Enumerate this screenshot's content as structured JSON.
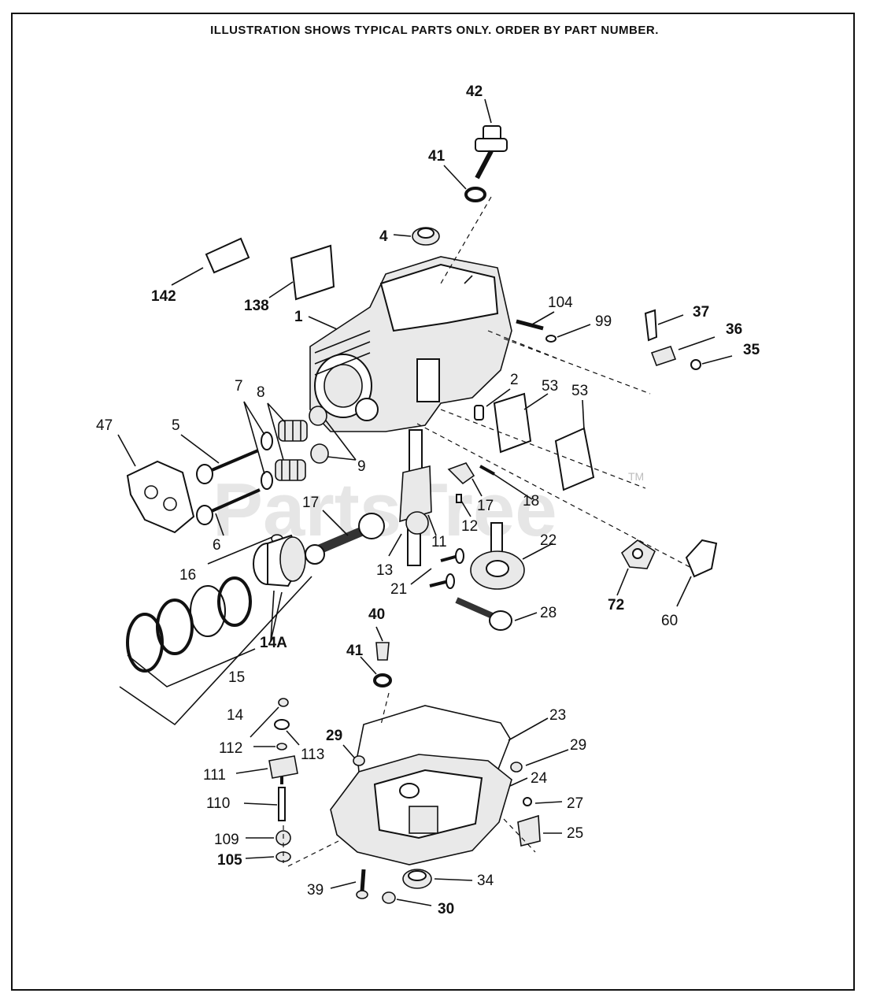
{
  "header": {
    "text": "ILLUSTRATION SHOWS TYPICAL PARTS ONLY. ORDER BY PART NUMBER."
  },
  "watermark": {
    "text": "PartsTree",
    "trademark": "TM"
  },
  "labels": {
    "l42": "42",
    "l41a": "41",
    "l4": "4",
    "l142": "142",
    "l138": "138",
    "l1": "1",
    "l104": "104",
    "l99": "99",
    "l37": "37",
    "l36": "36",
    "l35": "35",
    "l2": "2",
    "l53a": "53",
    "l53b": "53",
    "l7": "7",
    "l8": "8",
    "l47": "47",
    "l5": "5",
    "l9": "9",
    "l17a": "17",
    "l17b": "17",
    "l18": "18",
    "l12": "12",
    "l11": "11",
    "l6": "6",
    "l16": "16",
    "l13": "13",
    "l22": "22",
    "l21": "21",
    "l72": "72",
    "l60": "60",
    "l28": "28",
    "l14a": "14A",
    "l15": "15",
    "l40": "40",
    "l41b": "41",
    "l14": "14",
    "l23": "23",
    "l112": "112",
    "l113": "113",
    "l29a": "29",
    "l29b": "29",
    "l111": "111",
    "l24": "24",
    "l110": "110",
    "l27": "27",
    "l25": "25",
    "l109": "109",
    "l105": "105",
    "l34": "34",
    "l39": "39",
    "l30": "30"
  }
}
